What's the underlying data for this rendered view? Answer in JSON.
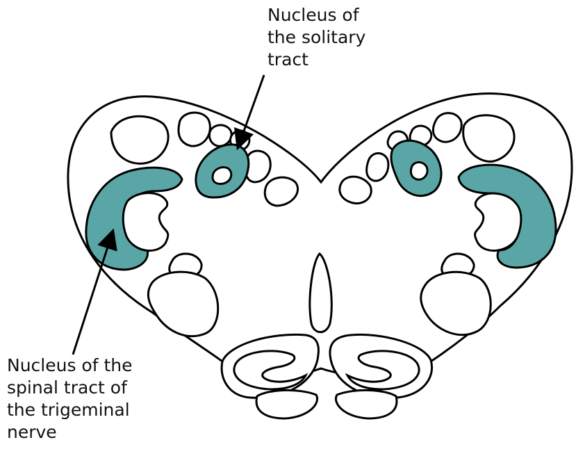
{
  "labels": {
    "solitary": [
      "Nucleus  of",
      "the solitary",
      "tract"
    ],
    "trigeminal": [
      "Nucleus of the",
      "spinal tract of",
      "the  trigeminal",
      "nerve"
    ]
  },
  "colors": {
    "highlight": "#5aa6a6",
    "outline": "#000000",
    "background": "#ffffff"
  }
}
